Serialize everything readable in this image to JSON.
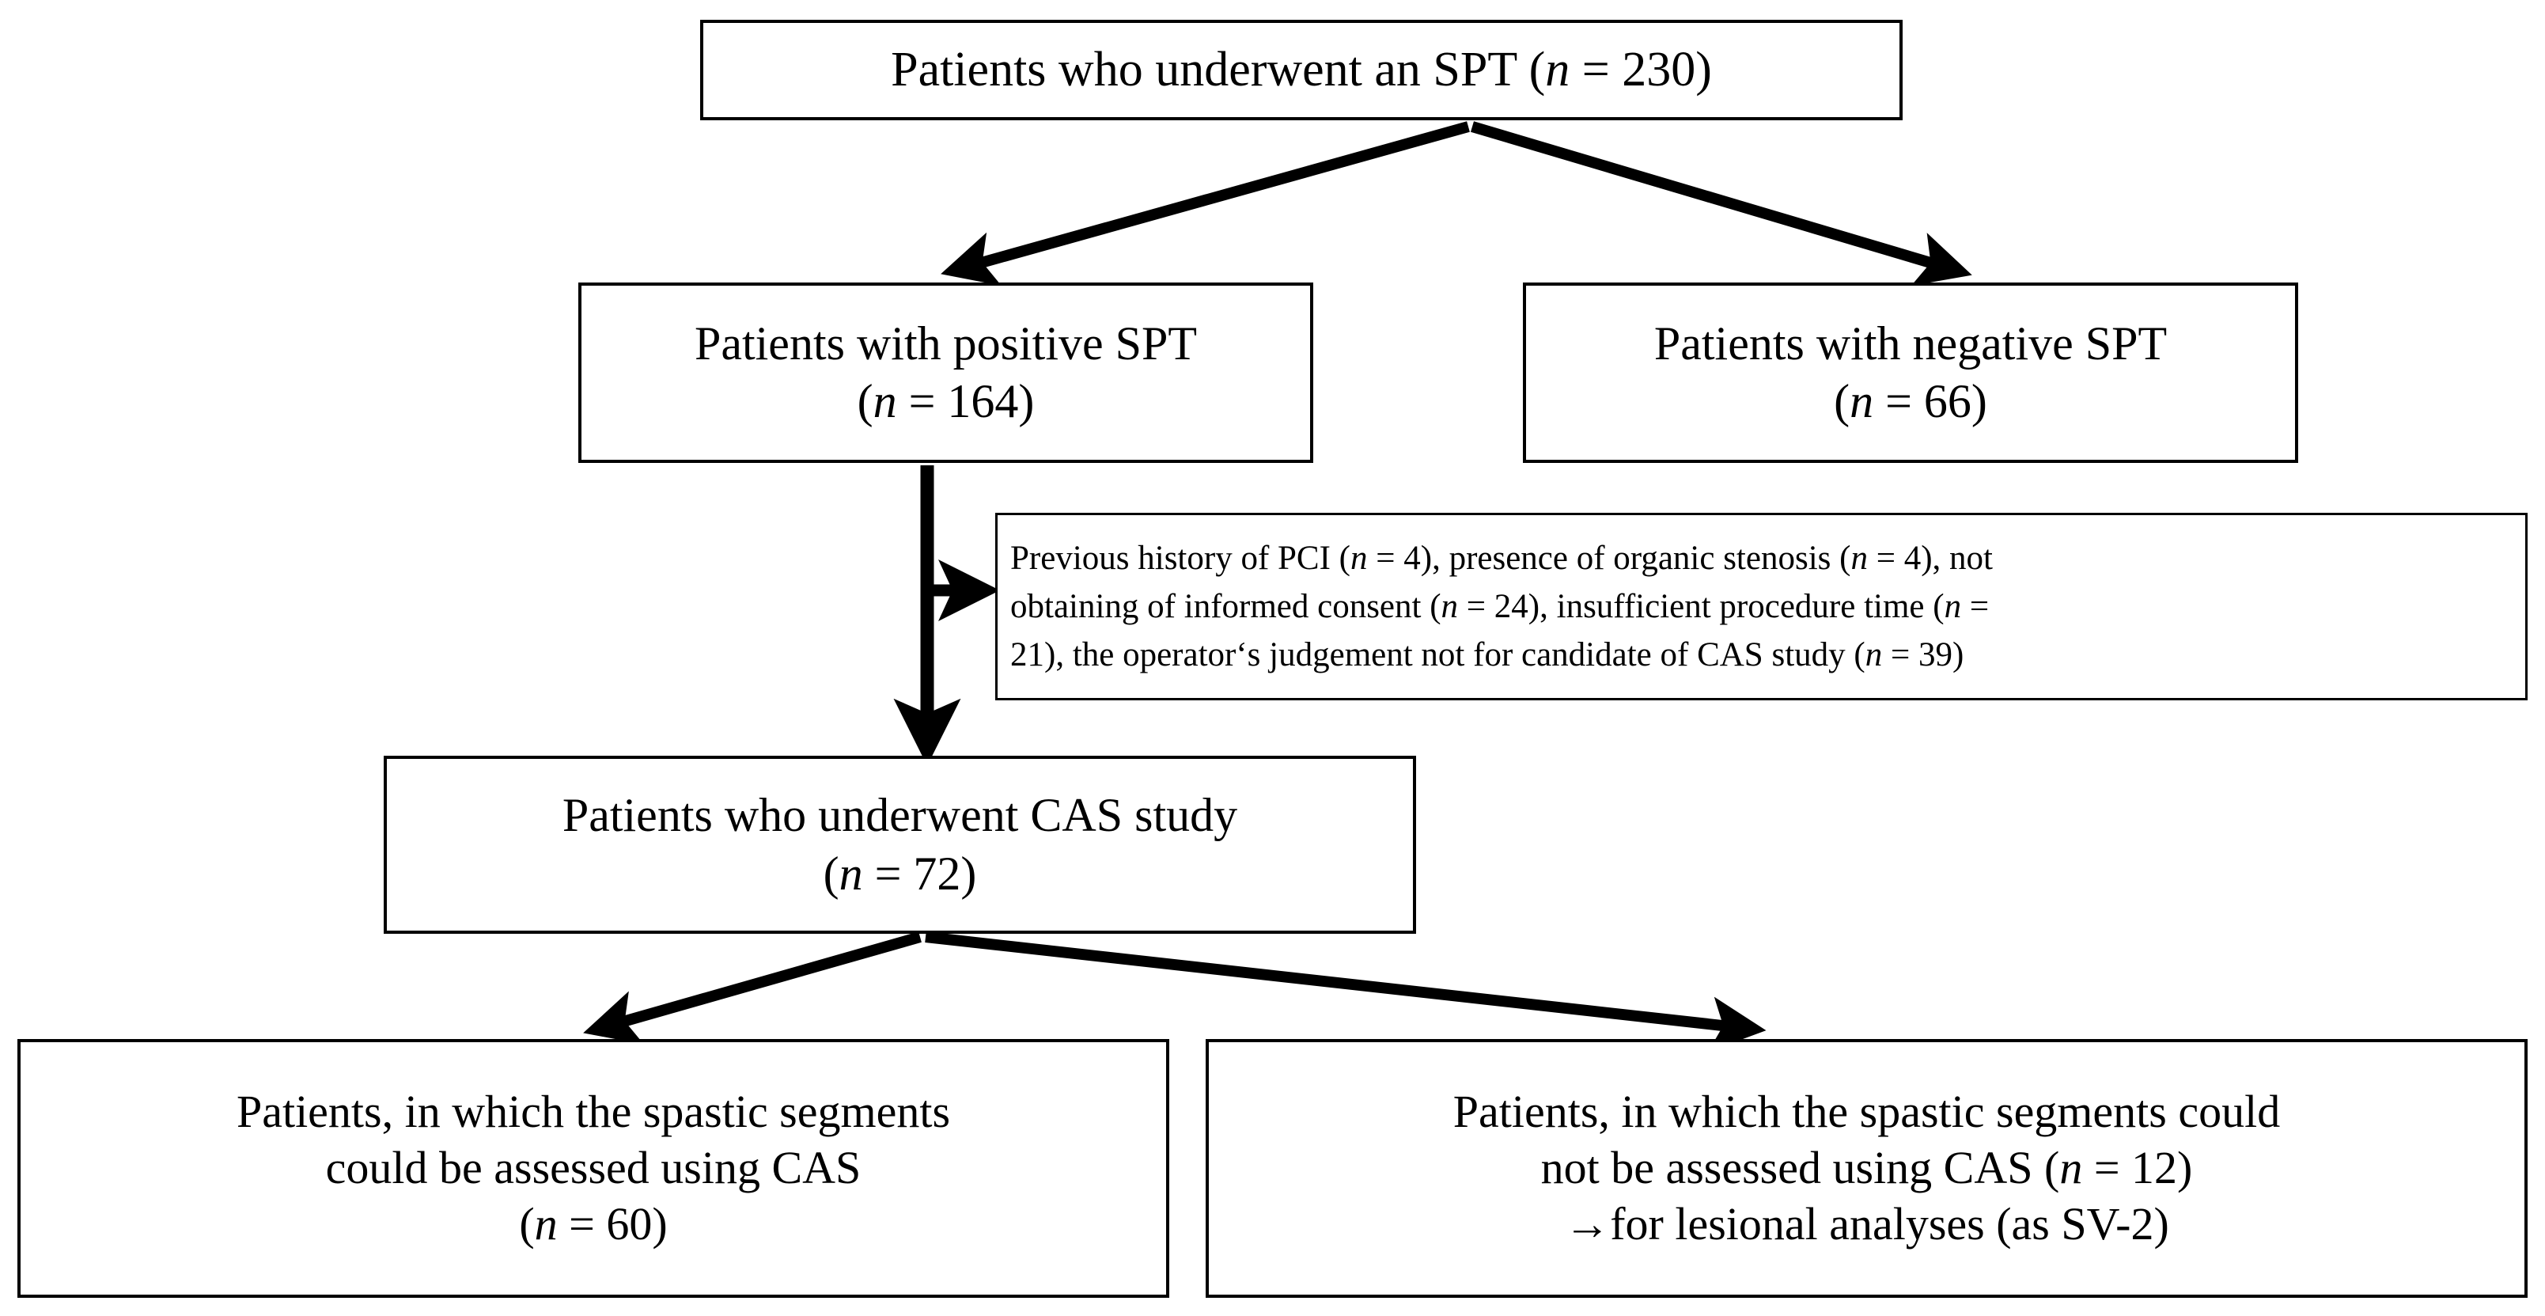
{
  "diagram": {
    "type": "flowchart",
    "title": "Patient enrollment flow diagram",
    "nodes": {
      "top": {
        "name": "patients-underwent-spt",
        "line1_pre": "Patients who underwent an SPT (",
        "line1_n": "n",
        "line1_post": " = 230)"
      },
      "positive": {
        "name": "patients-positive-spt",
        "line1": "Patients with positive SPT",
        "line2_pre": "(",
        "line2_n": "n",
        "line2_post": " = 164)"
      },
      "negative": {
        "name": "patients-negative-spt",
        "line1": "Patients with negative SPT",
        "line2_pre": "(",
        "line2_n": "n",
        "line2_post": " = 66)"
      },
      "excluded": {
        "name": "exclusion-criteria",
        "line1_a": "Previous history of PCI (",
        "line1_n1": "n",
        "line1_b": " = 4), presence of organic stenosis (",
        "line1_n2": "n",
        "line1_c": " = 4), not",
        "line2_a": "obtaining of informed consent (",
        "line2_n1": "n",
        "line2_b": " = 24), insufficient procedure time (",
        "line2_n2": "n",
        "line2_c": " =",
        "line3_a": "21), the operator‘s judgement not for candidate of CAS study (",
        "line3_n1": "n",
        "line3_b": " = 39)"
      },
      "cas": {
        "name": "patients-underwent-cas-study",
        "line1": "Patients who underwent CAS study",
        "line2_pre": "(",
        "line2_n": "n",
        "line2_post": " = 72)"
      },
      "assessed": {
        "name": "spastic-segments-assessed",
        "line1": "Patients, in which the spastic segments",
        "line2": "could be assessed using CAS",
        "line3_pre": "(",
        "line3_n": "n",
        "line3_post": " = 60)"
      },
      "not_assessed": {
        "name": "spastic-segments-not-assessed",
        "line1": "Patients, in which the spastic segments could",
        "line2_pre": "not be assessed using CAS (",
        "line2_n": "n",
        "line2_post": " = 12)",
        "line3": "→for lesional analyses (as SV-2)"
      }
    },
    "connectors": [
      {
        "name": "arrow-top-to-positive",
        "from": "top",
        "to": "positive",
        "style": "diagonal-arrow"
      },
      {
        "name": "arrow-top-to-negative",
        "from": "top",
        "to": "negative",
        "style": "diagonal-arrow"
      },
      {
        "name": "arrow-positive-to-cas",
        "from": "positive",
        "to": "cas",
        "style": "vertical-arrow"
      },
      {
        "name": "arrow-to-exclusion",
        "from": "positive-to-cas-trunk",
        "to": "excluded",
        "style": "horizontal-arrow"
      },
      {
        "name": "arrow-cas-to-assessed",
        "from": "cas",
        "to": "assessed",
        "style": "diagonal-arrow"
      },
      {
        "name": "arrow-cas-to-not-assessed",
        "from": "cas",
        "to": "not_assessed",
        "style": "diagonal-arrow"
      }
    ],
    "colors": {
      "stroke": "#000000",
      "background": "#ffffff",
      "text": "#000000"
    }
  }
}
